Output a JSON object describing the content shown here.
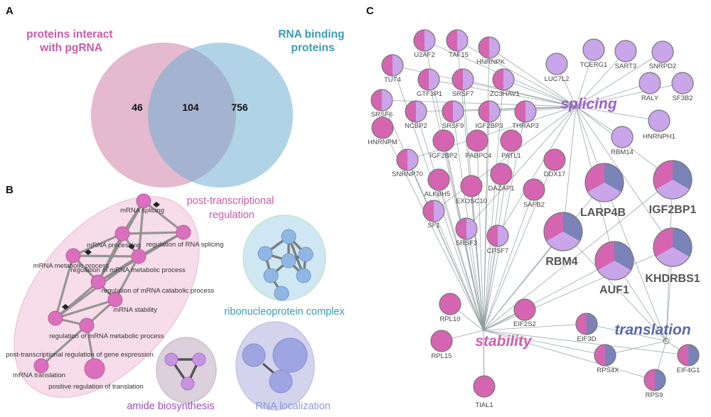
{
  "panels": {
    "a": "A",
    "b": "B",
    "c": "C"
  },
  "venn": {
    "left_title": [
      "proteins interact",
      "with pgRNA"
    ],
    "right_title": [
      "RNA binding",
      "proteins"
    ],
    "counts": {
      "left_only": "46",
      "overlap": "104",
      "right_only": "756"
    },
    "colors": {
      "left": "#cf7fa6",
      "right": "#6fb0d2",
      "left_title": "#c95aa8",
      "right_title": "#3d9ab5"
    }
  },
  "enrichment": {
    "group_labels": {
      "post_transcriptional": [
        "post-transcriptional",
        "regulation"
      ],
      "rnp": "ribonucleoprotein complex",
      "amide": "amide biosynthesis",
      "rna_loc": "RNA localization"
    },
    "term_labels": [
      "mRNA splicing",
      "mRNA processing",
      "regulation of RNA splicing",
      "mRNA metabolic process",
      "regulation of mRNA metabolic process",
      "regulation of mRNA catabolic process",
      "mRNA stability",
      "regulation of mRNA metabolic process",
      "post-transcriptional regulation of gene expression",
      "mRNA translation",
      "positive regulation of translation"
    ],
    "colors": {
      "post": "#c95aa8",
      "rnp": "#3d9ab5",
      "amide": "#9a4fc0",
      "rna_loc": "#8a9ad6"
    }
  },
  "network": {
    "hubs": {
      "splicing": "splicing",
      "stability": "stability",
      "translation": "translation"
    },
    "hub_colors": {
      "splicing": "#9a5fd0",
      "stability": "#d05fb0",
      "translation": "#5a6aaa"
    },
    "small_nodes": [
      "U2AF2",
      "TAF15",
      "HNRNPK",
      "TUT4",
      "GTF3P1",
      "SRSF7",
      "ZC3HAV1",
      "SRSF6",
      "NCBP2",
      "SRSF9",
      "IGF2BP3",
      "THRAP3",
      "HNRNPM",
      "IGF2BP2",
      "PABPC4",
      "PATL1",
      "DDX17",
      "SNRNP70",
      "ALKBH5",
      "DAZAP1",
      "EXOSC10",
      "SAFB2",
      "SF1",
      "SRSF3",
      "CPSF7",
      "RPL10",
      "EIF2S2",
      "RPL15",
      "TIAL1",
      "EIF3D",
      "RPS4X",
      "RPS9",
      "EIF4G1",
      "LUC7L2",
      "TCERG1",
      "SART3",
      "SNRPD2",
      "RALY",
      "SF3B2",
      "HNRNPH1",
      "RBM14"
    ],
    "big_nodes": [
      "LARP4B",
      "IGF2BP1",
      "RBM4",
      "AUF1",
      "KHDRBS1"
    ],
    "colors": {
      "pink": "#d565b0",
      "lilac": "#c9a5ea",
      "slate": "#7a83b8"
    }
  }
}
